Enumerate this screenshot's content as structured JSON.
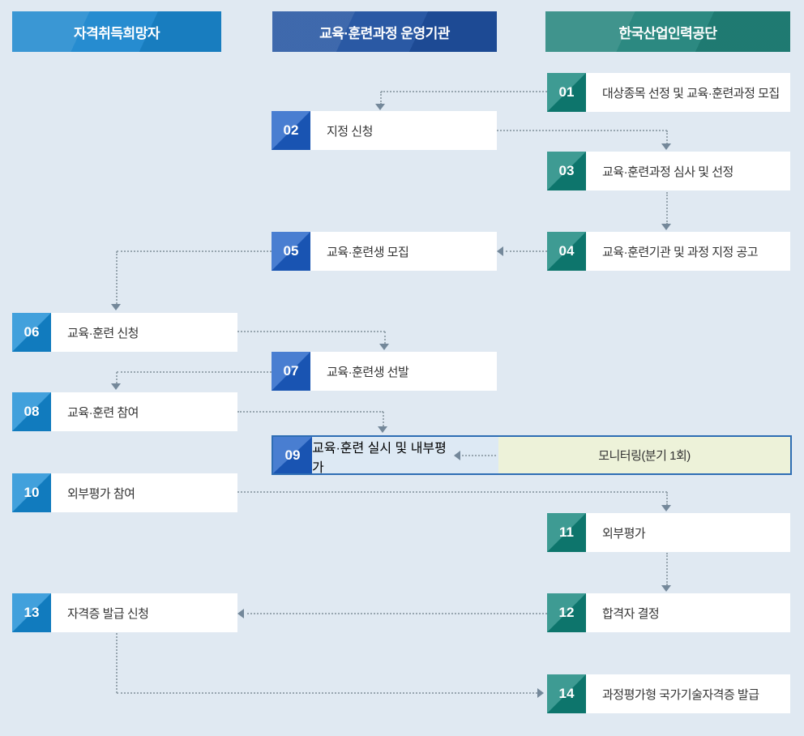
{
  "columns": [
    {
      "id": "applicant",
      "label": "자격취득희망자"
    },
    {
      "id": "operator",
      "label": "교육·훈련과정 운영기관"
    },
    {
      "id": "hrdk",
      "label": "한국산업인력공단"
    }
  ],
  "steps": [
    {
      "num": "01",
      "actor": "hrdk",
      "label": "대상종목 선정 및 교육·훈련과정 모집"
    },
    {
      "num": "02",
      "actor": "operator",
      "label": "지정 신청"
    },
    {
      "num": "03",
      "actor": "hrdk",
      "label": "교육·훈련과정 심사 및 선정"
    },
    {
      "num": "04",
      "actor": "hrdk",
      "label": "교육·훈련기관 및 과정 지정 공고"
    },
    {
      "num": "05",
      "actor": "operator",
      "label": "교육·훈련생 모집"
    },
    {
      "num": "06",
      "actor": "applicant",
      "label": "교육·훈련 신청"
    },
    {
      "num": "07",
      "actor": "operator",
      "label": "교육·훈련생 선발"
    },
    {
      "num": "08",
      "actor": "applicant",
      "label": "교육·훈련 참여"
    },
    {
      "num": "09",
      "actor": "operator",
      "label": "교육·훈련 실시 및 내부평가"
    },
    {
      "num": "10",
      "actor": "applicant",
      "label": "외부평가 참여"
    },
    {
      "num": "11",
      "actor": "hrdk",
      "label": "외부평가"
    },
    {
      "num": "12",
      "actor": "hrdk",
      "label": "합격자 결정"
    },
    {
      "num": "13",
      "actor": "applicant",
      "label": "자격증 발급 신청"
    },
    {
      "num": "14",
      "actor": "hrdk",
      "label": "과정평가형 국가기술자격증 발급"
    }
  ],
  "monitoring": {
    "label": "모니터링(분기 1회)"
  },
  "colors": {
    "background": "#e0e9f2",
    "applicant_header": "#1a86cd",
    "applicant_badge": "#1389d3",
    "operator_header": "#1f509f",
    "operator_badge": "#1c5ec6",
    "hrdk_header": "#21837a",
    "hrdk_badge": "#0e8278",
    "monitoring_bg": "#edf2d9",
    "monitoring_border": "#2e6db4",
    "connector_dot": "#98a6b0",
    "arrow": "#74889a",
    "label_text": "#333333"
  }
}
